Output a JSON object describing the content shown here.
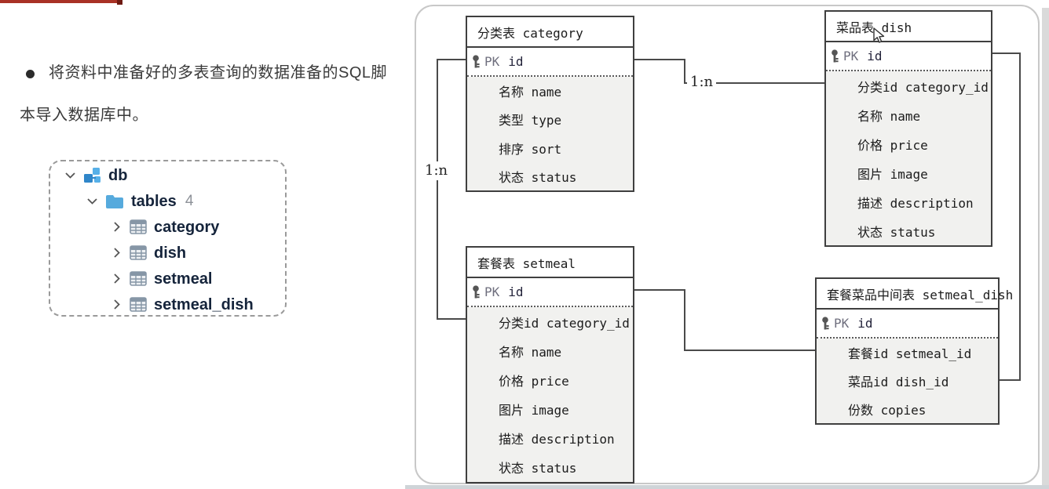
{
  "task": {
    "bullet_line1": "将资料中准备好的多表查询的数据准备的SQL脚",
    "bullet_line2": "本导入数据库中。"
  },
  "tree": {
    "root": "db",
    "folder": "tables",
    "count": "4",
    "tables": [
      "category",
      "dish",
      "setmeal",
      "setmeal_dish"
    ]
  },
  "diagram": {
    "relations": {
      "category_dish": "1:n",
      "category_setmeal": "1:n"
    },
    "tables": {
      "category": {
        "title": "分类表 category",
        "pk_label": "PK",
        "pk_field": "id",
        "fields": [
          "名称 name",
          "类型 type",
          "排序 sort",
          "状态 status"
        ]
      },
      "dish": {
        "title": "菜品表 dish",
        "pk_label": "PK",
        "pk_field": "id",
        "fields": [
          "分类id category_id",
          "名称 name",
          "价格 price",
          "图片 image",
          "描述 description",
          "状态 status"
        ]
      },
      "setmeal": {
        "title": "套餐表 setmeal",
        "pk_label": "PK",
        "pk_field": "id",
        "fields": [
          "分类id category_id",
          "名称 name",
          "价格 price",
          "图片 image",
          "描述 description",
          "状态 status"
        ]
      },
      "setmeal_dish": {
        "title": "套餐菜品中间表 setmeal_dish",
        "pk_label": "PK",
        "pk_field": "id",
        "fields": [
          "套餐id setmeal_id",
          "菜品id dish_id",
          "份数 copies"
        ]
      }
    }
  },
  "colors": {
    "accent_red": "#a93226",
    "tree_icon_blue": "#4aa3e0",
    "table_body_bg": "#f1f1ef",
    "connector_line": "#4a4a4a"
  }
}
